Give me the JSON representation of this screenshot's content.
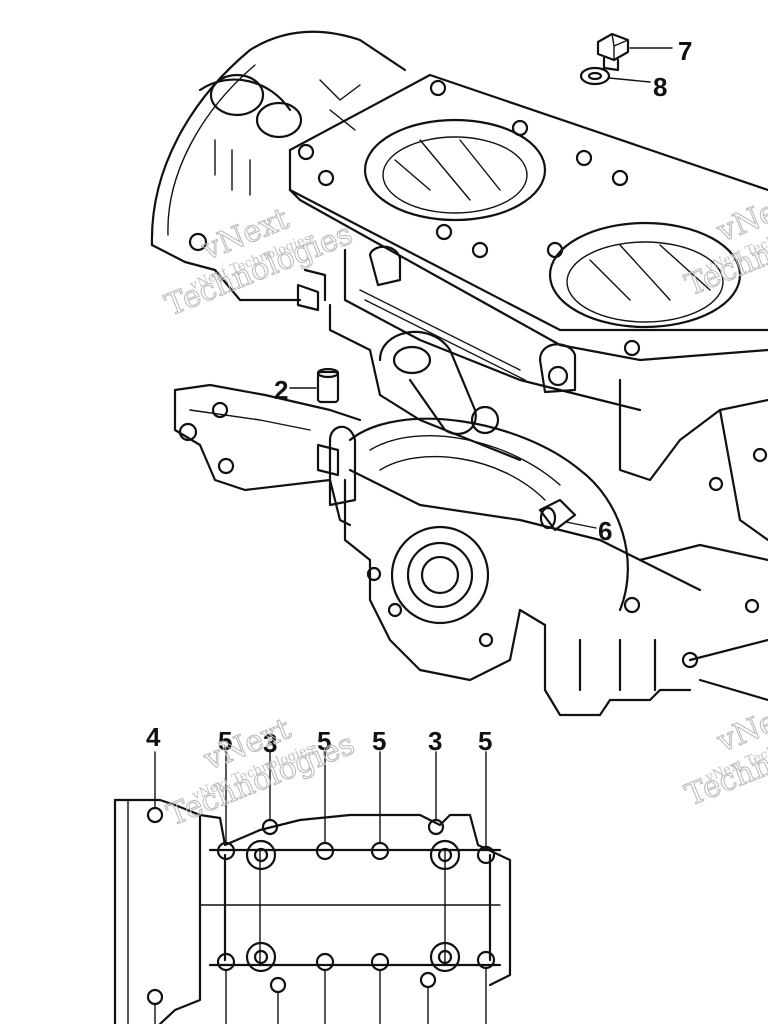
{
  "watermarks": {
    "brand_top": "vNext",
    "brand_bottom": "Technologies",
    "caption": "vNext Technologies"
  },
  "callouts": {
    "upper": [
      {
        "id": "c2",
        "text": "2"
      },
      {
        "id": "c6",
        "text": "6"
      },
      {
        "id": "c7",
        "text": "7"
      },
      {
        "id": "c8",
        "text": "8"
      }
    ],
    "lower": [
      {
        "id": "d4",
        "text": "4"
      },
      {
        "id": "d5a",
        "text": "5"
      },
      {
        "id": "d3a",
        "text": "3"
      },
      {
        "id": "d5b",
        "text": "5"
      },
      {
        "id": "d5c",
        "text": "5"
      },
      {
        "id": "d3b",
        "text": "3"
      },
      {
        "id": "d5d",
        "text": "5"
      }
    ]
  }
}
